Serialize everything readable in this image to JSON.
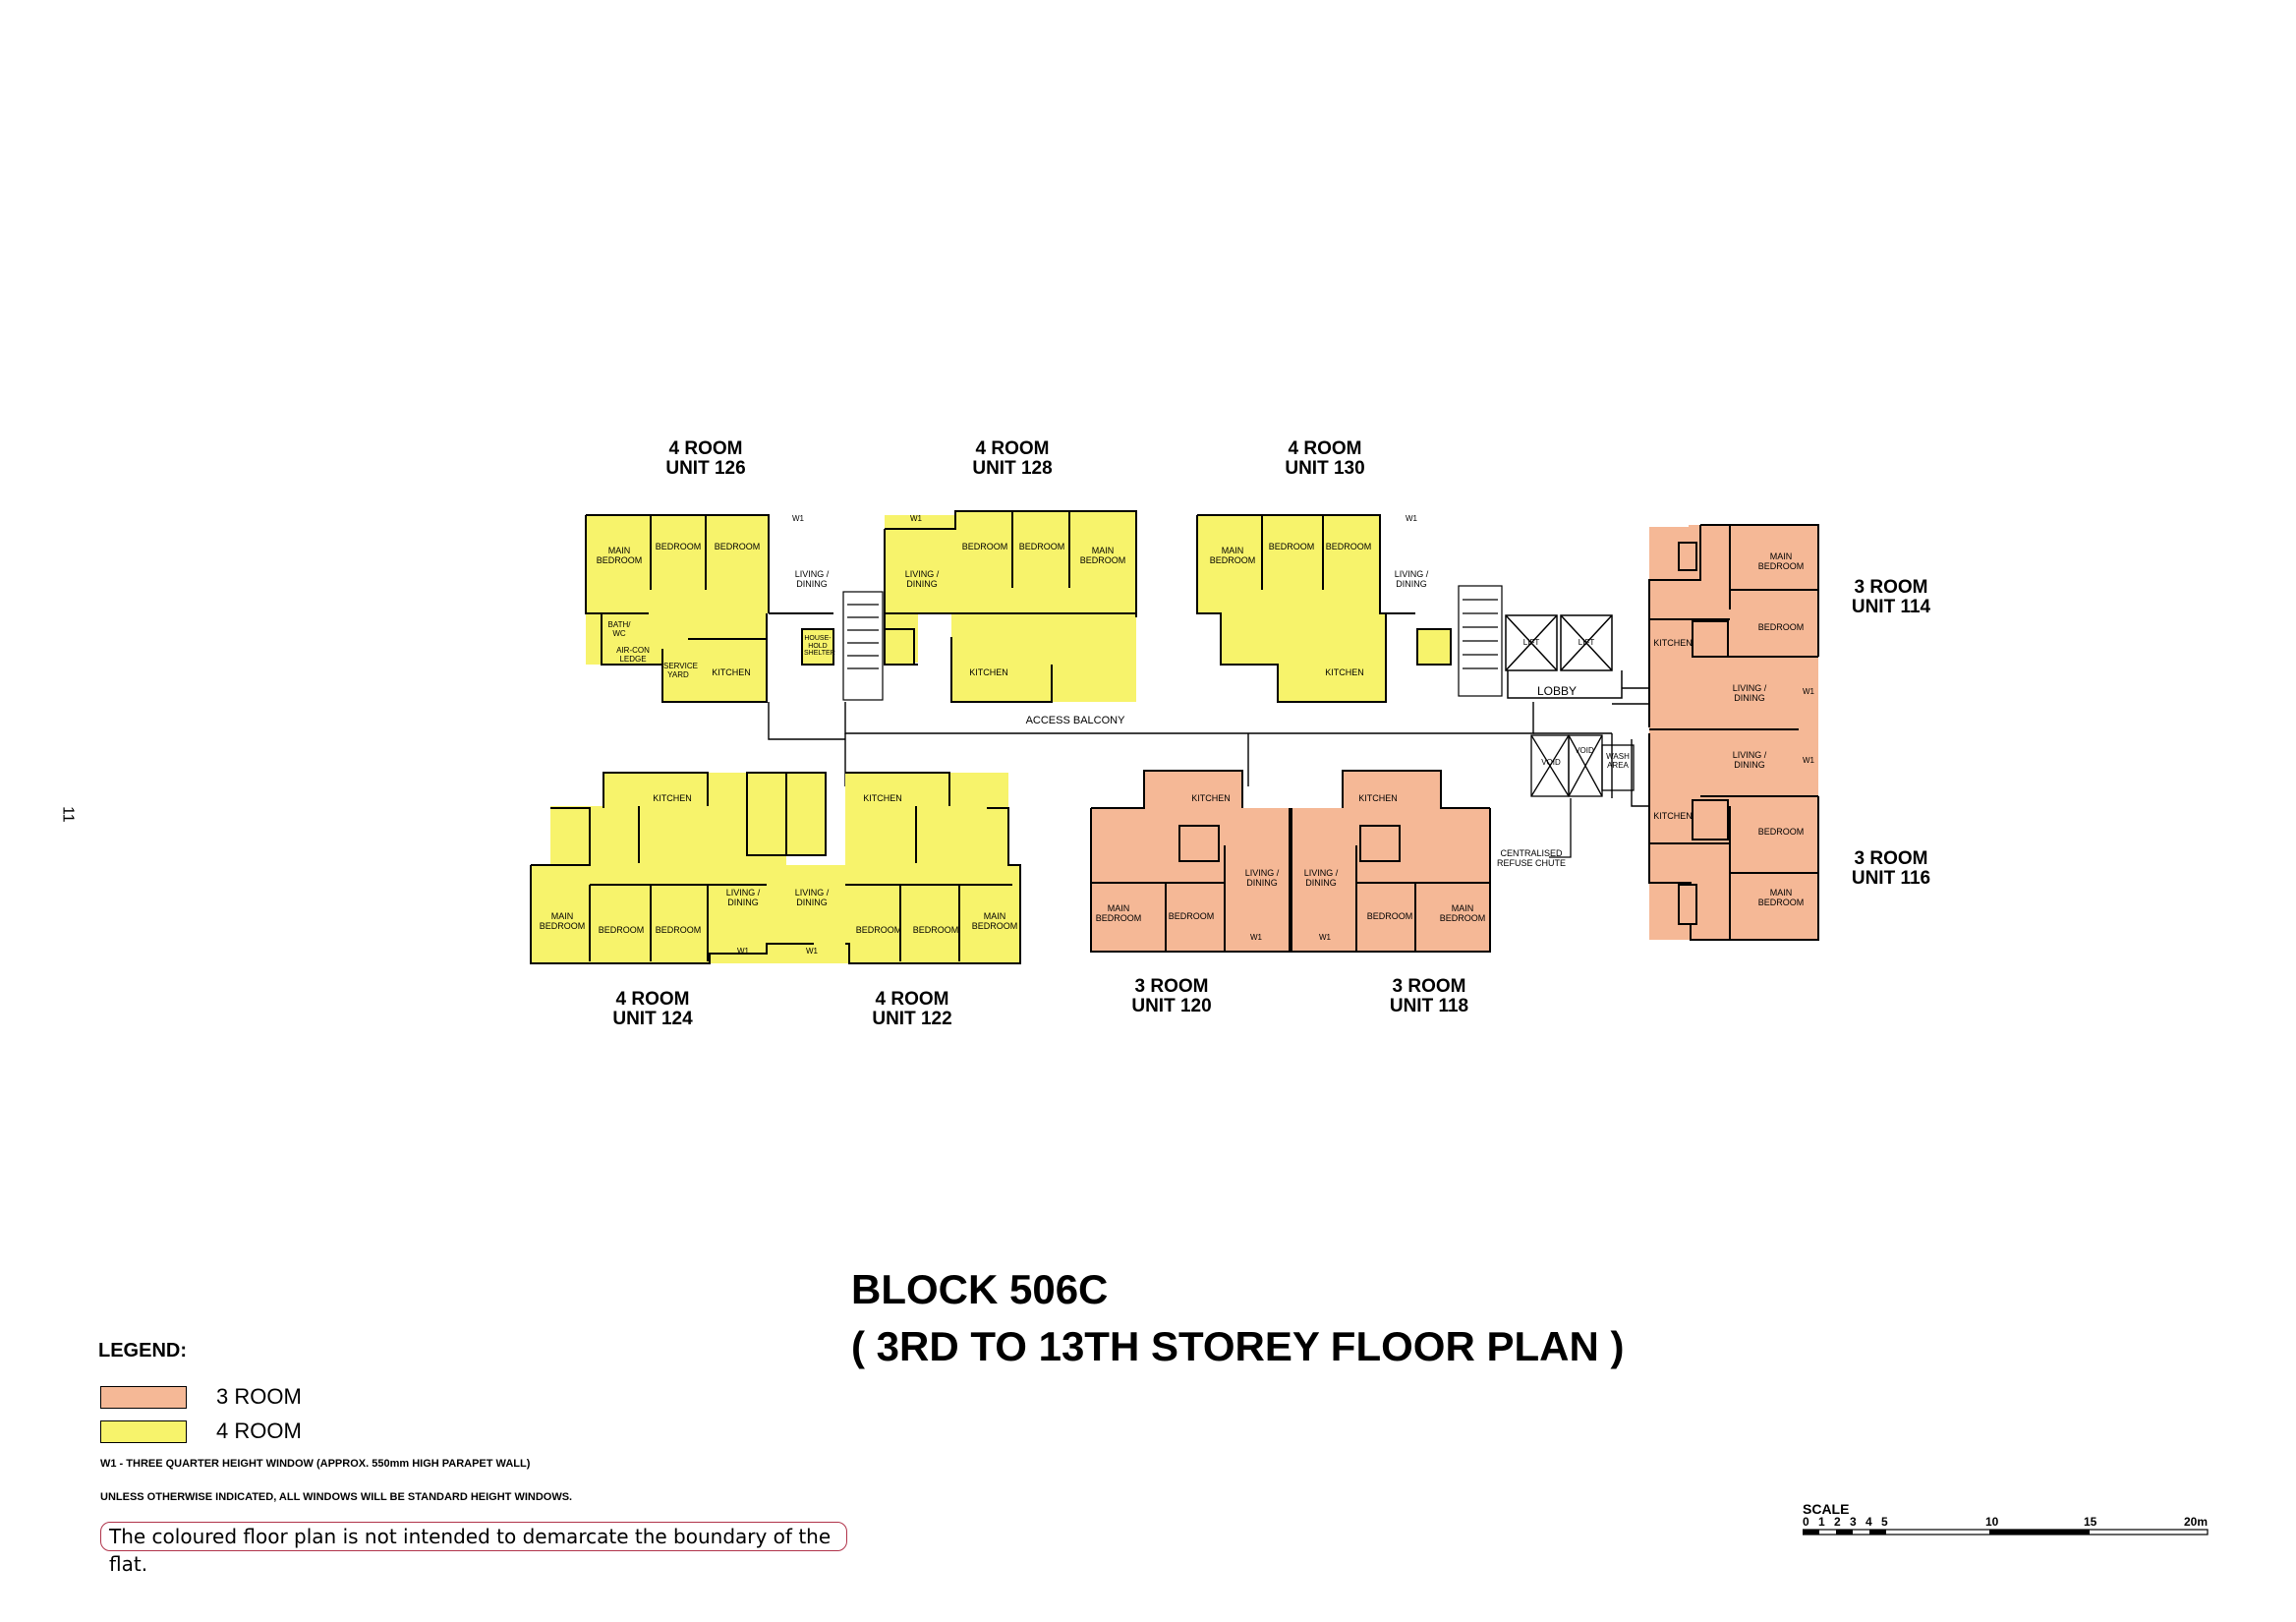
{
  "page_number": "11",
  "colors": {
    "three_room": "#f5b896",
    "four_room": "#f7f36b",
    "wall": "#000000"
  },
  "units": [
    {
      "type": "4 ROOM",
      "unit": "UNIT 126",
      "color": "four_room"
    },
    {
      "type": "4 ROOM",
      "unit": "UNIT 128",
      "color": "four_room"
    },
    {
      "type": "4 ROOM",
      "unit": "UNIT 130",
      "color": "four_room"
    },
    {
      "type": "3 ROOM",
      "unit": "UNIT 114",
      "color": "three_room"
    },
    {
      "type": "3 ROOM",
      "unit": "UNIT 116",
      "color": "three_room"
    },
    {
      "type": "4 ROOM",
      "unit": "UNIT 124",
      "color": "four_room"
    },
    {
      "type": "4 ROOM",
      "unit": "UNIT 122",
      "color": "four_room"
    },
    {
      "type": "3 ROOM",
      "unit": "UNIT 120",
      "color": "three_room"
    },
    {
      "type": "3 ROOM",
      "unit": "UNIT 118",
      "color": "three_room"
    }
  ],
  "rooms": {
    "main_bedroom": "MAIN BEDROOM",
    "bedroom": "BEDROOM",
    "living_dining": "LIVING / DINING",
    "kitchen": "KITCHEN",
    "bath_wc": "BATH/ WC",
    "service_yard": "SERVICE YARD",
    "household_shelter": "HOUSE- HOLD SHELTER",
    "aircon_ledge": "AIR-CON LEDGE"
  },
  "common": {
    "access_balcony": "ACCESS BALCONY",
    "lobby": "LOBBY",
    "lift": "LIFT",
    "void": "VOID",
    "wash_area": "WASH AREA",
    "refuse_chute": "CENTRALISED REFUSE CHUTE",
    "w1": "W1"
  },
  "title": {
    "block": "BLOCK 506C",
    "subtitle": "( 3RD TO 13TH STOREY FLOOR PLAN )"
  },
  "legend": {
    "heading": "LEGEND:",
    "items": [
      {
        "label": "3 ROOM",
        "color": "#f5b896"
      },
      {
        "label": "4 ROOM",
        "color": "#f7f36b"
      }
    ],
    "w1_note": "W1  -  THREE QUARTER HEIGHT WINDOW (APPROX. 550mm HIGH PARAPET WALL)",
    "windows_note": "UNLESS OTHERWISE INDICATED, ALL WINDOWS WILL BE STANDARD HEIGHT WINDOWS.",
    "disclaimer": "The coloured floor plan is not intended to demarcate the boundary of the flat."
  },
  "scale": {
    "label": "SCALE",
    "ticks": [
      "0",
      "1",
      "2",
      "3",
      "4",
      "5",
      "10",
      "15",
      "20m"
    ]
  }
}
